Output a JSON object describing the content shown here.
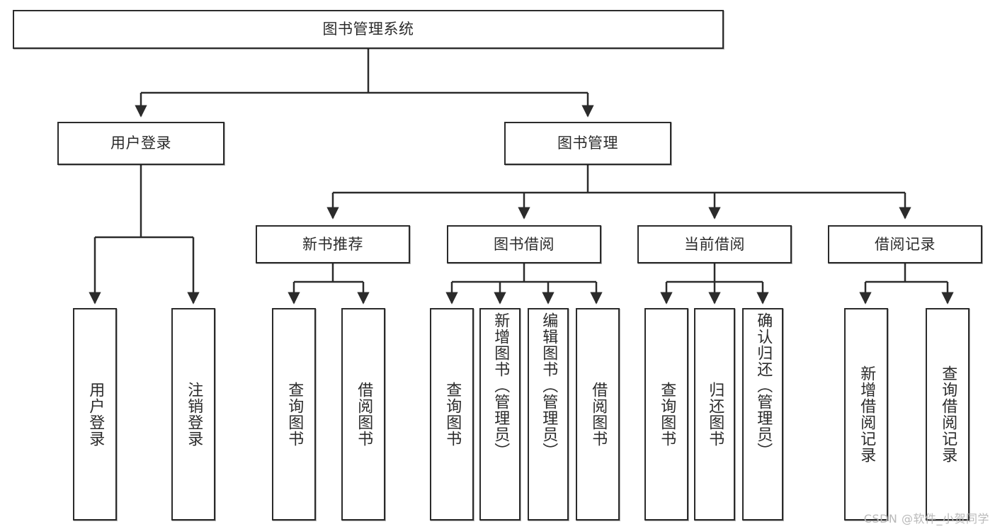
{
  "diagram": {
    "title": "图书管理系统",
    "type": "tree",
    "watermark": "CSDN @软件_小贺同学",
    "root": {
      "label": "图书管理系统"
    },
    "level1": [
      {
        "label": "用户登录"
      },
      {
        "label": "图书管理"
      }
    ],
    "level2": [
      {
        "label": "新书推荐"
      },
      {
        "label": "图书借阅"
      },
      {
        "label": "当前借阅"
      },
      {
        "label": "借阅记录"
      }
    ],
    "leaves": {
      "user_login": [
        {
          "label": "用户登录"
        },
        {
          "label": "注销登录"
        }
      ],
      "new_book_recommend": [
        {
          "label": "查询图书"
        },
        {
          "label": "借阅图书"
        }
      ],
      "book_borrow": [
        {
          "label": "查询图书"
        },
        {
          "label": "新增图书（管理员）"
        },
        {
          "label": "编辑图书（管理员）"
        },
        {
          "label": "借阅图书"
        }
      ],
      "current_borrow": [
        {
          "label": "查询图书"
        },
        {
          "label": "归还图书"
        },
        {
          "label": "确认归还（管理员）"
        }
      ],
      "borrow_records": [
        {
          "label": "新增借阅记录"
        },
        {
          "label": "查询借阅记录"
        }
      ]
    }
  }
}
